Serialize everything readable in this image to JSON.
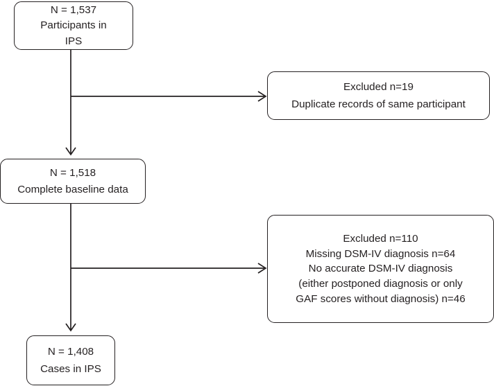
{
  "diagram": {
    "type": "participant-flow-diagram",
    "line_color": "#231f20",
    "box_fill": "#ffffff",
    "nodes": {
      "enrolled": {
        "lines": [
          "N = 1,537",
          "Participants in",
          "IPS"
        ]
      },
      "excluded_duplicates": {
        "lines": [
          "Excluded n=19",
          "Duplicate records of same participant"
        ]
      },
      "baseline": {
        "lines": [
          "N = 1,518",
          "Complete baseline data"
        ]
      },
      "excluded_diagnosis": {
        "lines": [
          "Excluded n=110",
          "Missing DSM-IV diagnosis n=64",
          "No accurate DSM-IV diagnosis",
          "(either postponed diagnosis or only",
          "GAF scores without diagnosis) n=46"
        ]
      },
      "cases": {
        "lines": [
          "N = 1,408",
          "Cases in IPS"
        ]
      }
    },
    "edges": [
      {
        "from": "enrolled",
        "to": "baseline",
        "kind": "vertical-arrow"
      },
      {
        "from": "enrolled",
        "to": "excluded_duplicates",
        "kind": "branch-right-arrow"
      },
      {
        "from": "baseline",
        "to": "cases",
        "kind": "vertical-arrow"
      },
      {
        "from": "baseline",
        "to": "excluded_diagnosis",
        "kind": "branch-right-arrow"
      }
    ]
  }
}
